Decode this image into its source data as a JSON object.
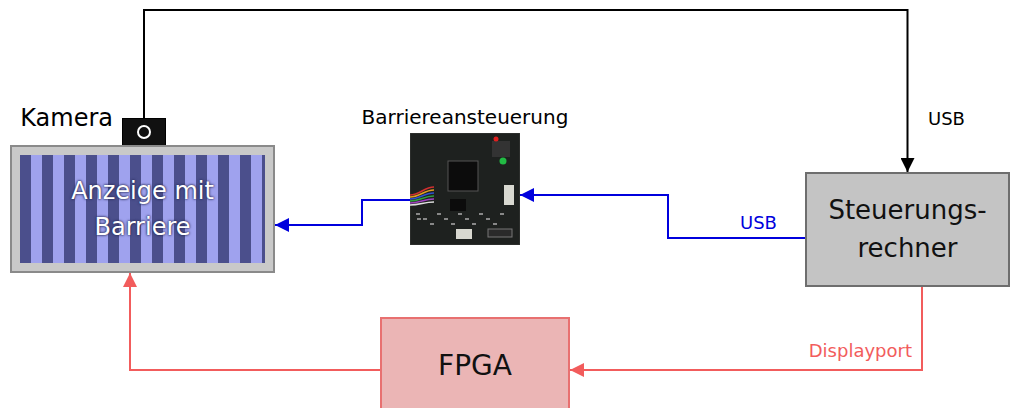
{
  "diagram": {
    "nodes": [
      {
        "text": [
          "Kamera"
        ]
      },
      {
        "text": [
          "Anzeige mit Barriere"
        ]
      },
      {
        "text": [
          "Barriereansteuerung"
        ]
      },
      {
        "text": [
          "Steuerungs- rechner"
        ]
      },
      {
        "text": [
          "FPGA"
        ]
      }
    ],
    "edges": [
      {
        "from": 0,
        "to": 3,
        "label": "USB",
        "arrow": "to"
      },
      {
        "from": 3,
        "to": 2,
        "label": "USB",
        "arrow": "to"
      },
      {
        "from": 2,
        "to": 1,
        "arrow": "to"
      },
      {
        "from": 3,
        "to": 4,
        "label": "Displayport",
        "arrow": "to"
      },
      {
        "from": 4,
        "to": 1,
        "arrow": "to"
      }
    ]
  }
}
